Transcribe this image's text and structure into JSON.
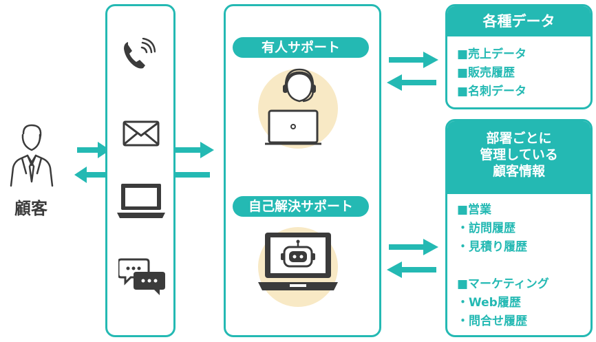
{
  "customer": {
    "label": "顧客",
    "icon": "businessman-icon"
  },
  "channels": [
    {
      "icon": "phone-icon"
    },
    {
      "icon": "mail-icon"
    },
    {
      "icon": "laptop-icon"
    },
    {
      "icon": "chat-icon"
    }
  ],
  "support": {
    "human": {
      "label": "有人サポート",
      "icon": "operator-icon"
    },
    "self": {
      "label": "自己解決サポート",
      "icon": "chatbot-laptop-icon"
    }
  },
  "data_box": {
    "title": "各種データ",
    "items": [
      "■売上データ",
      "■販売履歴",
      "■名刺データ"
    ]
  },
  "dept_box": {
    "title_lines": [
      "部署ごとに",
      "管理している",
      "顧客情報"
    ],
    "items": [
      "■営業",
      "・訪問履歴",
      "・見積り履歴",
      "■マーケティング",
      "・Web履歴",
      "・問合せ履歴"
    ]
  },
  "colors": {
    "accent": "#24b9b3",
    "beige": "#f8e9c5",
    "ink": "#3b3b3b"
  }
}
